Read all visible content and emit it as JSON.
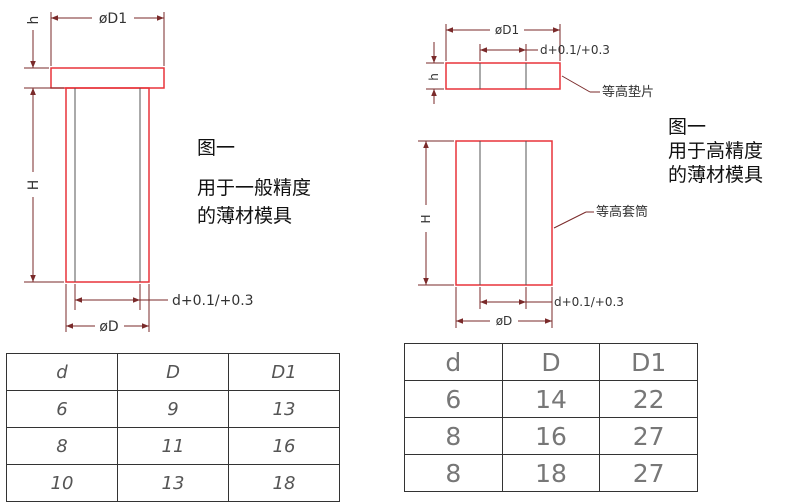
{
  "left_drawing": {
    "dim_top": "øD1",
    "dim_h": "h",
    "dim_H": "H",
    "dim_tol": "d+0.1/+0.3",
    "dim_bottom": "øD"
  },
  "right_drawing": {
    "dim_top": "øD1",
    "dim_tol_top": "d+0.1/+0.3",
    "dim_h": "h",
    "shim_label": "等高垫片",
    "dim_H": "H",
    "sleeve_label": "等高套筒",
    "dim_tol_bottom": "d+0.1/+0.3",
    "dim_bottom": "øD"
  },
  "left_caption": {
    "line1": "图一",
    "line2": "用于一般精度",
    "line3": "的薄材模具"
  },
  "right_caption": {
    "line1": "图一",
    "line2": "用于高精度",
    "line3": "的薄材模具"
  },
  "left_table": {
    "headers": [
      "d",
      "D",
      "D1"
    ],
    "rows": [
      [
        "6",
        "9",
        "13"
      ],
      [
        "8",
        "11",
        "16"
      ],
      [
        "10",
        "13",
        "18"
      ]
    ]
  },
  "right_table": {
    "headers": [
      "d",
      "D",
      "D1"
    ],
    "rows": [
      [
        "6",
        "14",
        "22"
      ],
      [
        "8",
        "16",
        "27"
      ],
      [
        "8",
        "18",
        "27"
      ]
    ]
  },
  "colors": {
    "outline": "#e8333a",
    "dimension": "#7a2a2a",
    "inner_line": "#555555"
  }
}
